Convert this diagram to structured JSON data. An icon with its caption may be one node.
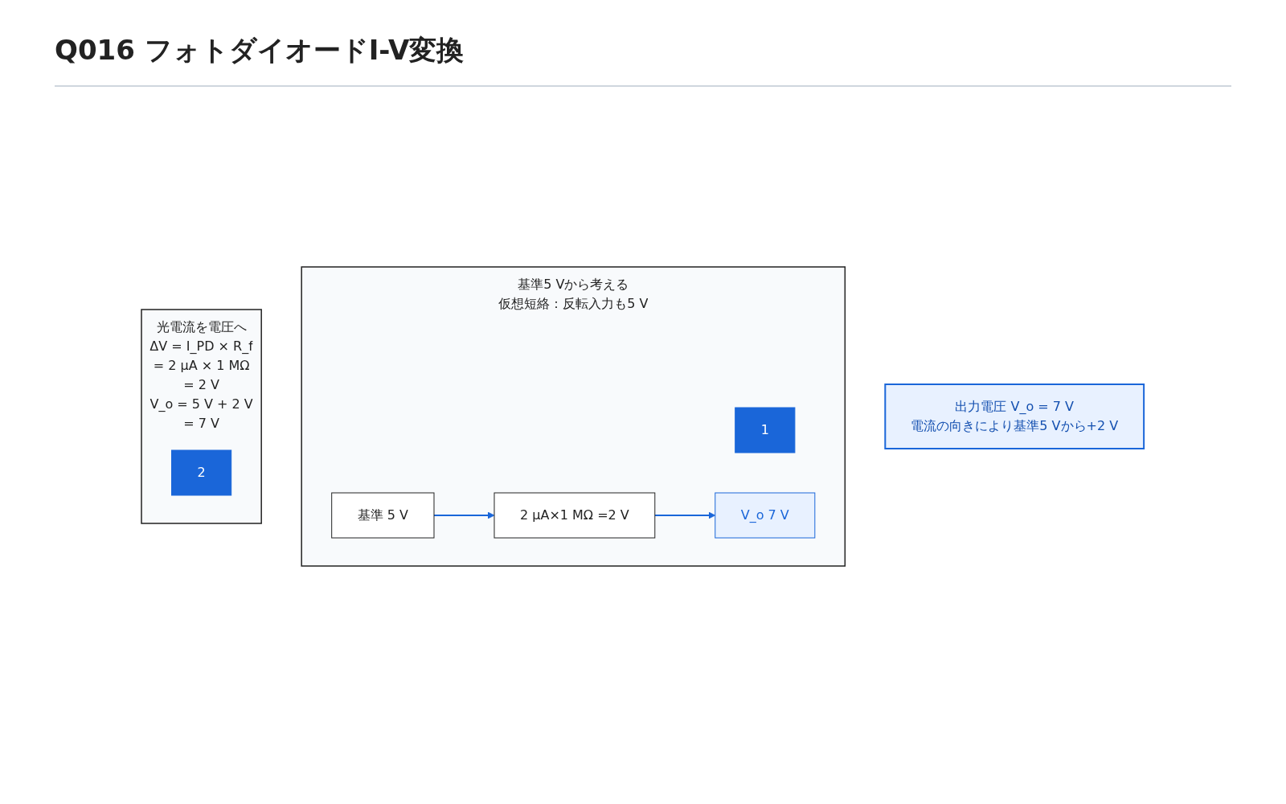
{
  "diagram": {
    "title": "Q016 フォトダイオードI-V変換",
    "nodes": [
      {
        "text": [
          "基準5 Vから考える",
          "仮想短絡：反転入力も5 V"
        ]
      },
      {
        "text": [
          "1"
        ],
        "in": 0
      },
      {
        "text": [
          "基準 5 V"
        ],
        "in": 0
      },
      {
        "text": [
          "2 μA×1 MΩ =2 V"
        ],
        "in": 0
      },
      {
        "text": [
          "V_o 7 V"
        ],
        "in": 0
      },
      {
        "text": [
          "光電流を電圧へ",
          "ΔV = I_PD × R_f",
          "= 2 μA × 1 MΩ",
          "= 2 V",
          "V_o = 5 V + 2 V",
          "= 7 V"
        ]
      },
      {
        "text": [
          "2"
        ],
        "in": 5
      },
      {
        "text": [
          "出力電圧 V_o = 7 V",
          "電流の向きにより基準5 Vから+2 V"
        ]
      }
    ],
    "edges": [
      {
        "from": 2,
        "to": 3,
        "arrow": "to"
      },
      {
        "from": 3,
        "to": 4,
        "arrow": "to"
      }
    ]
  }
}
